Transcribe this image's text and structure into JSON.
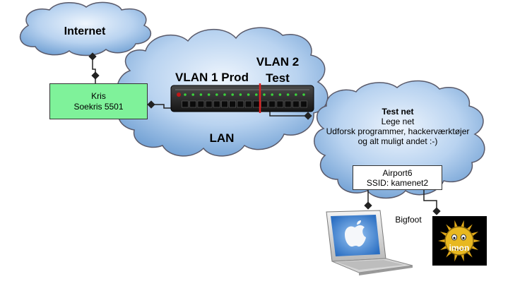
{
  "internet": {
    "label": "Internet"
  },
  "lan": {
    "label": "LAN",
    "vlan1_label": "VLAN 1 Prod",
    "vlan2_label": "VLAN 2",
    "vlan2_sublabel": "Test"
  },
  "router": {
    "line1": "Kris",
    "line2": "Soekris 5501",
    "fill": "#7ff29a"
  },
  "test_net": {
    "title": "Test net",
    "line1": "Lege net",
    "line2": "Udforsk programmer, hackerværktøjer",
    "line3": "og alt muligt andet :-)"
  },
  "access_point": {
    "line1": "Airport6",
    "line2": "SSID: kamenet2"
  },
  "laptop": {
    "icon": "laptop-icon"
  },
  "server": {
    "label": "Bigfoot",
    "icon_text": "imon",
    "icon": "sun-mascot-icon"
  },
  "colors": {
    "cloud_light": "#e8f1fb",
    "cloud_dark": "#6f9fd3",
    "cloud_stroke": "#5a5a6a",
    "vlan_divider": "#e02020",
    "switch_body": "#1f1f1f",
    "port_led": "#3bd23b"
  }
}
